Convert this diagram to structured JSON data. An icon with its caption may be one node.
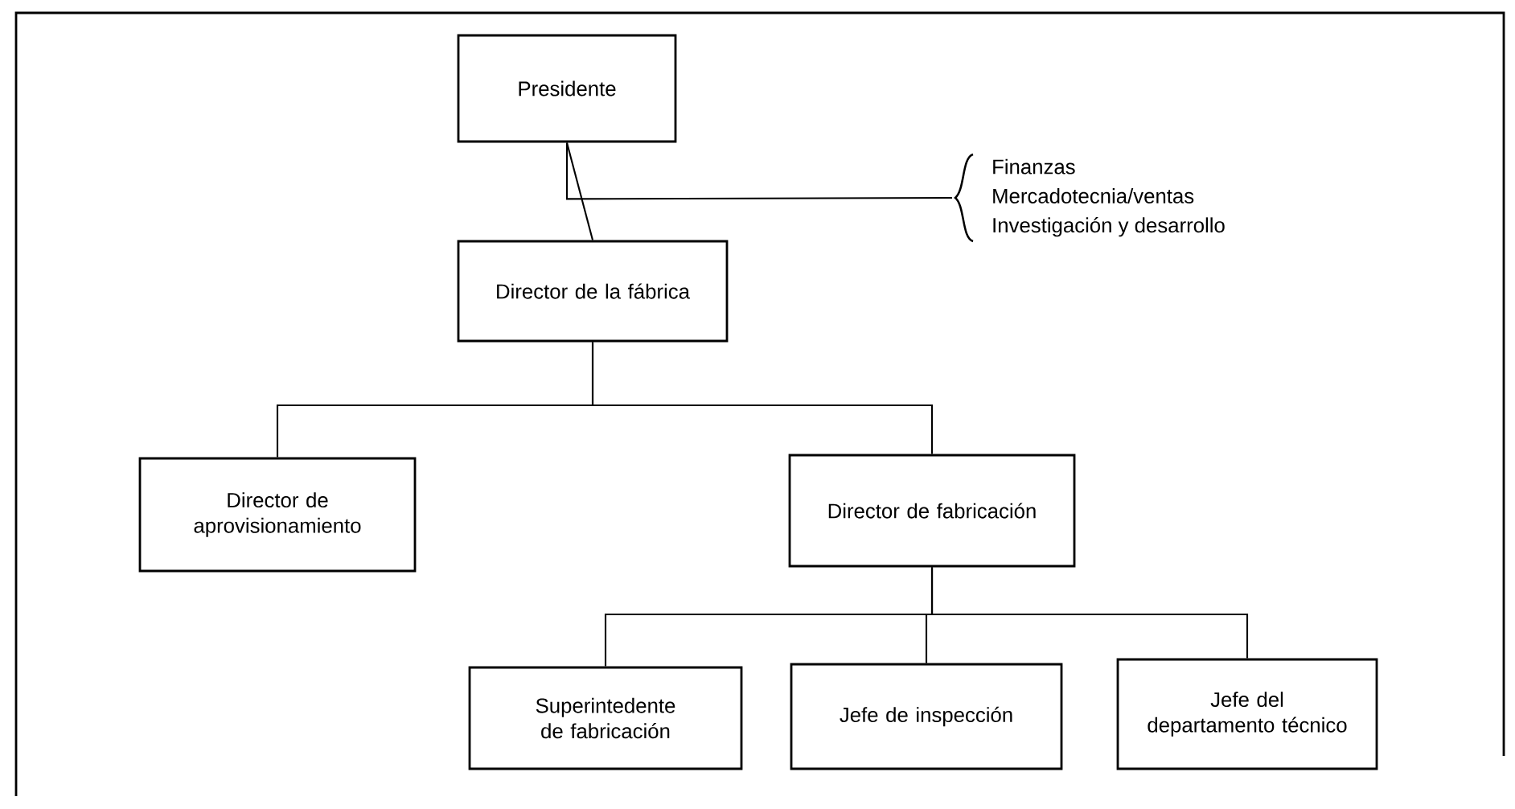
{
  "diagram": {
    "nodes": [
      {
        "text": [
          "Presidente"
        ]
      },
      {
        "text": [
          "Director de la fábrica"
        ]
      },
      {
        "text": [
          "Director de aprovisionamiento"
        ]
      },
      {
        "text": [
          "Director de fabricación"
        ]
      },
      {
        "text": [
          "Superintedente de fabricación"
        ]
      },
      {
        "text": [
          "Jefe de inspección"
        ]
      },
      {
        "text": [
          "Jefe del departamento técnico"
        ]
      },
      {
        "text": [
          "Finanzas",
          "Mercadotecnia/ventas",
          "Investigación y desarrollo"
        ]
      }
    ],
    "edges": [
      {
        "from": 0,
        "to": 1,
        "arrow": "none"
      },
      {
        "from": 0,
        "to": 7,
        "arrow": "none"
      },
      {
        "from": 1,
        "to": 2,
        "arrow": "none"
      },
      {
        "from": 1,
        "to": 3,
        "arrow": "none"
      },
      {
        "from": 3,
        "to": 4,
        "arrow": "none"
      },
      {
        "from": 3,
        "to": 5,
        "arrow": "none"
      },
      {
        "from": 3,
        "to": 6,
        "arrow": "none"
      }
    ]
  }
}
